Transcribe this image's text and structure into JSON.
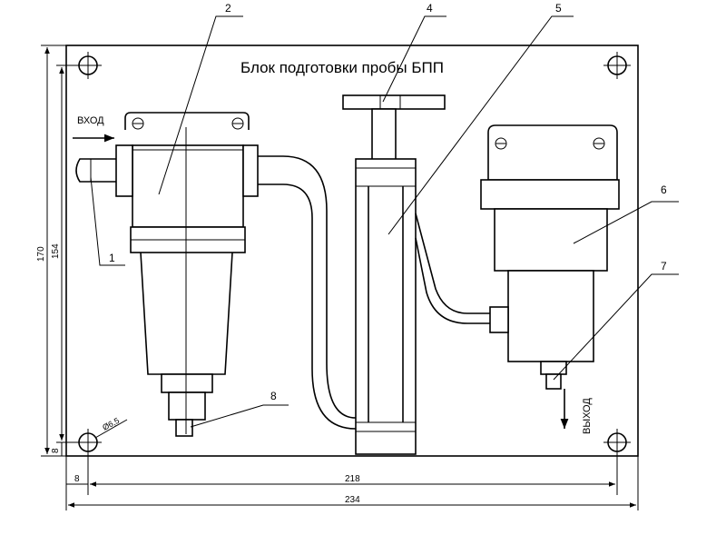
{
  "title": "Блок подготовки пробы БПП",
  "inlet_label": "ВХОД",
  "outlet_label": "ВЫХОД",
  "callouts": [
    "1",
    "2",
    "4",
    "5",
    "6",
    "7",
    "8"
  ],
  "dimensions": {
    "total_height": "170",
    "hole_span_vertical": "154",
    "bottom_offset": "8",
    "left_offset": "8",
    "hole_span_horizontal": "218",
    "total_width": "234",
    "hole_diameter": "Ø6,5"
  }
}
